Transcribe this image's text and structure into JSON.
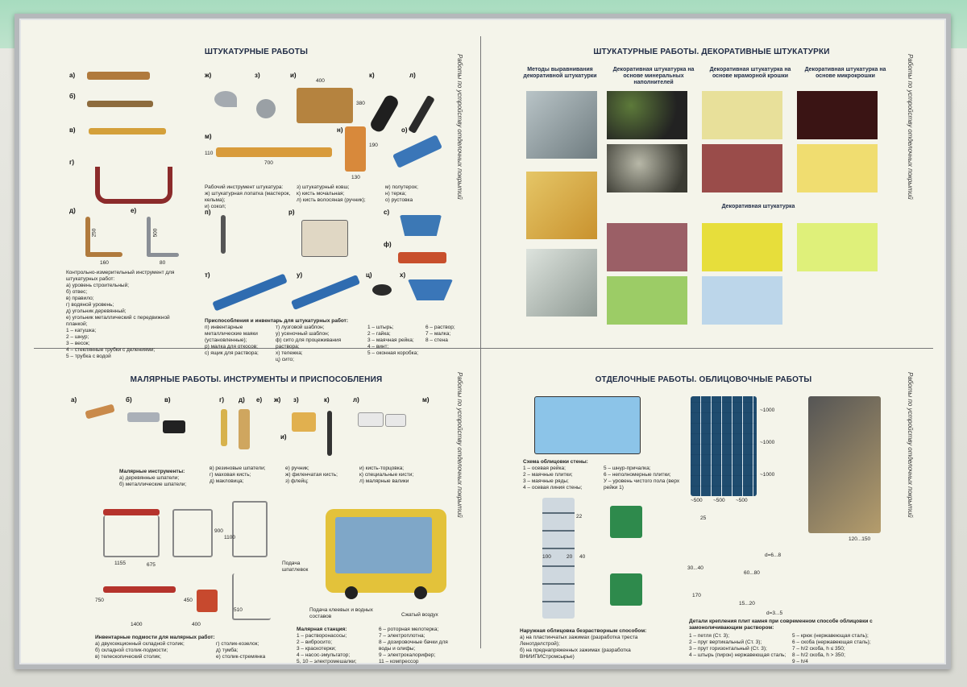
{
  "q1": {
    "title": "ШТУКАТУРНЫЕ РАБОТЫ",
    "side": "Работы по устройству отделочных покрытий",
    "letters": [
      "а)",
      "б)",
      "в)",
      "г)",
      "д)",
      "е)",
      "ж)",
      "з)",
      "и)",
      "к)",
      "л)",
      "м)",
      "н)",
      "о)",
      "п)",
      "р)",
      "с)",
      "т)",
      "у)",
      "ф)",
      "ц)",
      "х)"
    ],
    "dims": {
      "d400": "400",
      "d380": "380",
      "d700": "700",
      "d110": "110",
      "d190": "190",
      "d130": "130",
      "d250": "250",
      "d160": "160",
      "d500": "500",
      "d80": "80"
    },
    "control_tool_text": "Контрольно-измерительный инструмент для штукатурных работ:\nа) уровень строительный;\nб) отвес;\nв) правило;\nг) водяной уровень;\nд) угольник деревянный;\nе) угольник металлический с передвижной планкой;\n1 – катушка;\n2 – шнур;\n3 – весок;\n4 – стеклянные трубки с делениями;\n5 – трубка с водой",
    "worker_tool_col1": "Рабочий инструмент штукатура:\nж) штукатурная лопатка (мастерок, кельма);\nи) сокол;",
    "worker_tool_col2": "з) штукатурный ковш;\nк) кисть мочальная;\nл) кисть волосяная (ручник);",
    "worker_tool_col3": "м) полутерок;\nн) терка;\nо) рустовка",
    "fixtures_title": "Приспособления и инвентарь для штукатурных работ:",
    "fixtures_col1": "п) инвентарные металлические маяки (установленные);\nр) малка для откосов;\nс) ящик для раствора;",
    "fixtures_col2": "т) лузговой шаблон;\nу) усеночный шаблон;\nф) сито для процеживания раствора;\nх) тележка;\nц) сито;",
    "fixtures_col3": "1 – штырь;\n2 – гайка;\n3 – маячная рейка;\n4 – винт;\n5 – оконная коробка;",
    "fixtures_col4": "6 – раствор;\n7 – малка;\n8 – стена"
  },
  "q2": {
    "title": "ШТУКАТУРНЫЕ РАБОТЫ. ДЕКОРАТИВНЫЕ ШТУКАТУРКИ",
    "side": "Работы по устройству отделочных покрытий",
    "methods": "Методы выравнивания декоративной штукатурки",
    "col_mineral": "Декоративная штукатурка на основе минеральных наполнителей",
    "col_marble": "Декоративная штукатурка на основе мраморной крошки",
    "col_micro": "Декоративная штукатурка на основе микрокрошки",
    "decor": "Декоративная штукатурка"
  },
  "q3": {
    "title": "МАЛЯРНЫЕ РАБОТЫ. ИНСТРУМЕНТЫ И ПРИСПОСОБЛЕНИЯ",
    "side": "Работы по устройству отделочных покрытий",
    "letters": [
      "а)",
      "б)",
      "в)",
      "г)",
      "д)",
      "е)",
      "ж)",
      "з)",
      "и)",
      "к)",
      "л)",
      "м)"
    ],
    "paint_tools_title": "Малярные инструменты:",
    "paint_tools_col1": "а) деревянные шпатели;\nб) металлические шпатели;",
    "paint_tools_col2": "в) резиновые шпатели;\nг) маховая кисть;\nд) макловица;",
    "paint_tools_col3": "е) ручник;\nж) филенчатая кисть;\nз) флейц;",
    "paint_tools_col4": "и) кисть-торцовка;\nк) специальные кисти;\nл) малярные валики",
    "scaffold_title": "Инвентарные подмости для малярных работ:",
    "scaffold_col1": "а) двухсекционный складной столик;\nб) складной столик-подмости;\nв) телескопический столик;",
    "scaffold_col2": "г) столик-козелок;\nд) тумба;\nе) столик-стремянка",
    "station_title": "Малярная станция:",
    "station_col1": "1 – растворонасосы;\n2 – вибросито;\n3 – краскотерки;\n4 – насос-эмульгатор;\n5, 10 – электромешалки;",
    "station_col2": "6 – роторная мелотерка;\n7 – электроплотна;\n8 – дозировочные бачки для воды и олифы;\n9 – электрокалорифер;\n11 – компрессор",
    "feed_putty": "Подача шпатлевок",
    "feed_glue": "Подача клеевых и водных составов",
    "air": "Сжатый воздух",
    "dims": {
      "d1155": "1155",
      "d675": "675",
      "d900": "900",
      "d1100": "1100",
      "d750": "750",
      "d1400": "1400",
      "d450": "450",
      "d400": "400",
      "d510": "510"
    }
  },
  "q4": {
    "title": "ОТДЕЛОЧНЫЕ РАБОТЫ. ОБЛИЦОВОЧНЫЕ РАБОТЫ",
    "side": "Работы по устройству отделочных покрытий",
    "scheme_title": "Схема облицовки стены:",
    "scheme_col1": "1 – осевая рейка;\n2 – маячные плитки;\n3 – маячные ряды;\n4 – осевая линия стены;",
    "scheme_col2": "5 – шнур-причалка;\n6 – неполномерные плитки;\nУ – уровень чистого пола (верх рейки 1)",
    "outer_title": "Наружная облицовка безрастворным способом:",
    "outer_a": "а) на пластинчатых зажимах (разработка треста Ленотделстрой);",
    "outer_b": "б) на преднапряженных зажимах (разработка ВНИИПИСтромсырье)",
    "details_title": "Детали крепления плит камня при современном способе облицовки с замоноличивающим раствором:",
    "details_col1": "1 – петля (Ст. 3);\n2 – пруг вертикальный (Ст. 3);\n3 – прут горизонтальный (Ст. 3);\n4 – штырь (пирон) нержавеющая сталь;",
    "details_col2": "5 – крюк (нержавеющая сталь);\n6 – скоба (нержавеющая сталь);\n7 – h/2 скоба, h ≤ 350;\n8 – h/2 скоба, h > 350;\n9 – h/4",
    "dims": {
      "d500a": "~500",
      "d500b": "~500",
      "d500c": "~500",
      "d1000a": "~1000",
      "d1000b": "~1000",
      "d1000c": "~1000",
      "d25": "25",
      "d22": "22",
      "d100": "100",
      "d20": "20",
      "d40": "40",
      "d120": "120...150",
      "d6": "d=6...8",
      "d3": "d=3...5",
      "d30": "30...40",
      "d6080": "60...80",
      "d170": "170",
      "d1520": "15...20"
    }
  }
}
